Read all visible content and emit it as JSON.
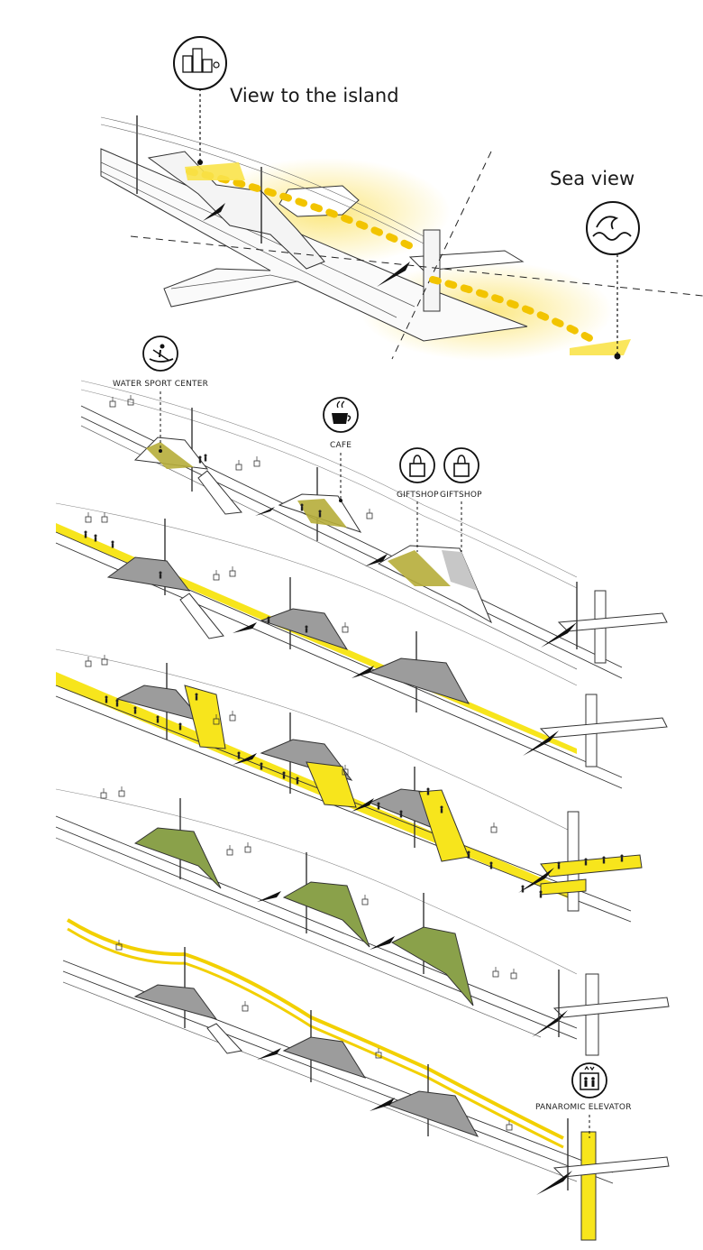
{
  "labels": {
    "view_island": "View to the island",
    "sea_view": "Sea view",
    "water_sport": "WATER SPORT CENTER",
    "cafe": "CAFE",
    "giftshop_1": "GIFTSHOP",
    "giftshop_2": "GIFTSHOP",
    "elevator": "PANAROMIC ELEVATOR"
  },
  "icons": {
    "island": "city-buildings-icon",
    "sea": "wave-icon",
    "water_sport": "kayak-icon",
    "cafe": "coffee-cup-icon",
    "gift1": "shopping-bag-icon",
    "gift2": "shopping-bag-icon",
    "elevator": "elevator-icon"
  },
  "colors": {
    "highlight_yellow": "#f7e51c",
    "view_glow": "#f9e06a",
    "olive": "#b6ad3a",
    "green": "#8aa14a",
    "gray_fill": "#9c9c9c",
    "line": "#222222"
  }
}
